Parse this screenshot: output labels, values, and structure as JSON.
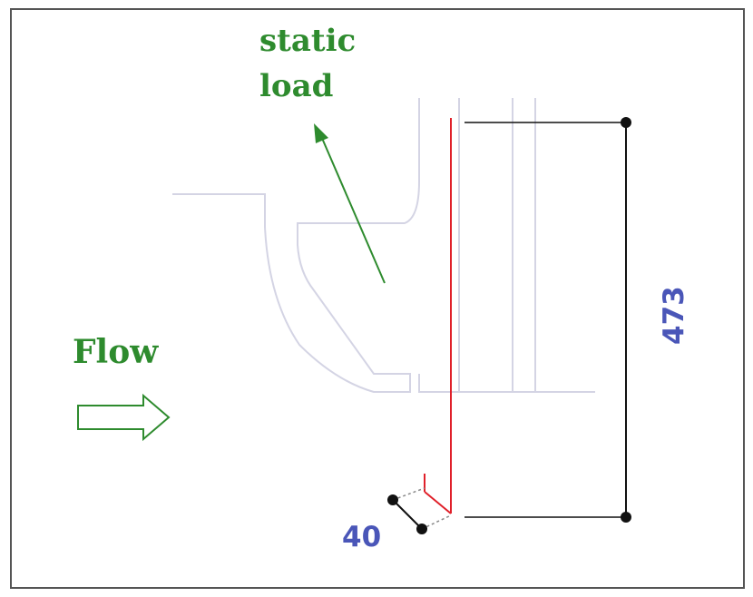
{
  "labels": {
    "static": "static",
    "load": "load",
    "flow": "Flow"
  },
  "dimensions": {
    "height": "473",
    "small": "40"
  },
  "colors": {
    "green": "#2e8b2e",
    "red": "#e0202a",
    "blue": "#4a56b8",
    "black": "#111111",
    "outline": "#d4d4e4"
  }
}
